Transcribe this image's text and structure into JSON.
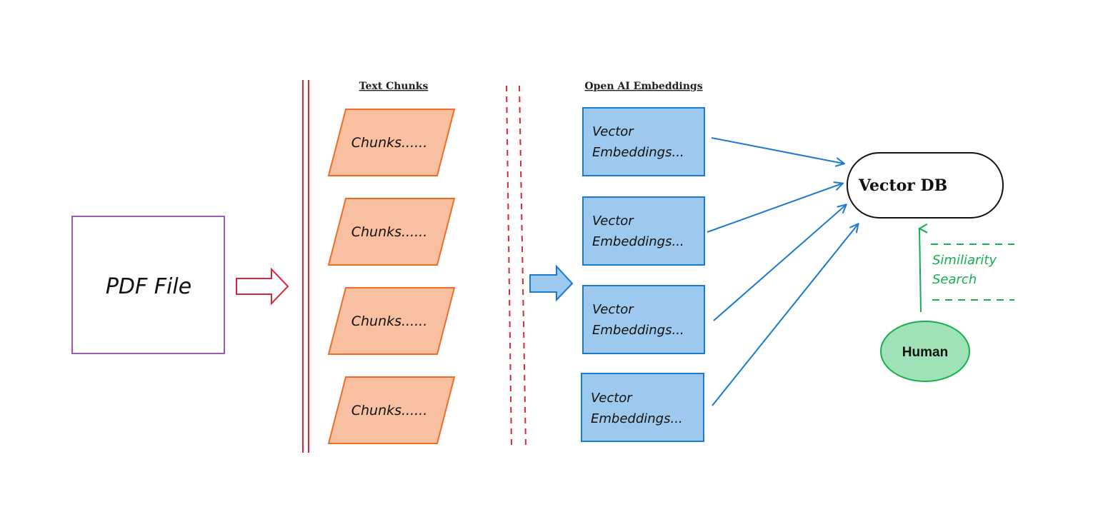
{
  "pdf": {
    "label": "PDF File"
  },
  "chunks": {
    "heading": "Text Chunks",
    "items": [
      "Chunks......",
      "Chunks......",
      "Chunks......",
      "Chunks......"
    ]
  },
  "embeddings": {
    "heading": "Open AI Embeddings",
    "items": [
      {
        "line1": "Vector",
        "line2": "Embeddings..."
      },
      {
        "line1": "Vector",
        "line2": "Embeddings..."
      },
      {
        "line1": "Vector",
        "line2": "Embeddings..."
      },
      {
        "line1": "Vector",
        "line2": "Embeddings..."
      }
    ]
  },
  "vector_db": {
    "label": "Vector DB"
  },
  "human": {
    "label": "Human"
  },
  "search": {
    "line1": "Similiarity",
    "line2": "Search"
  },
  "colors": {
    "pdf_border": "#9b59b6",
    "red_accent": "#d9263a",
    "chunk_fill": "#f8c0a0",
    "chunk_border": "#ee6b28",
    "embed_fill": "#9ec9ee",
    "embed_border": "#1a79d0",
    "blue_arrow": "#1a79d0",
    "human_fill": "#a0e2b8",
    "human_border": "#14b04a",
    "green": "#14b04a"
  }
}
